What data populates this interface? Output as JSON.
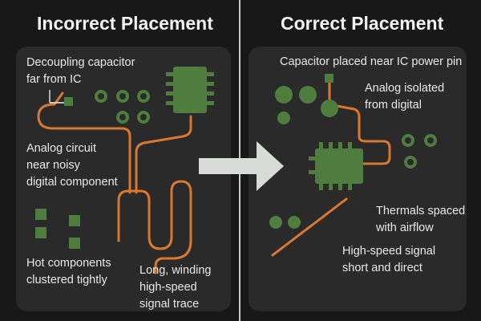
{
  "left": {
    "title": "Incorrect Placement",
    "labels": {
      "decoupling": "Decoupling capacitor\nfar from IC",
      "analog": "Analog circuit\nnear noisy\ndigital component",
      "hot": "Hot components\nclustered tightly",
      "trace": "Long, winding\nhigh-speed\nsignal trace"
    }
  },
  "right": {
    "title": "Correct Placement",
    "labels": {
      "capacitor": "Capacitor placed near IC power pin",
      "analog": "Analog isolated\nfrom digital",
      "thermals": "Thermals spaced\nwith airflow",
      "signal": "High-speed signal\nshort and direct"
    }
  },
  "colors": {
    "background": "#171818",
    "panel": "#2a2a2a",
    "component": "#4f7d3e",
    "trace": "#d9782f",
    "arrow": "#d7ddd6",
    "divider": "#c9c9c9"
  }
}
